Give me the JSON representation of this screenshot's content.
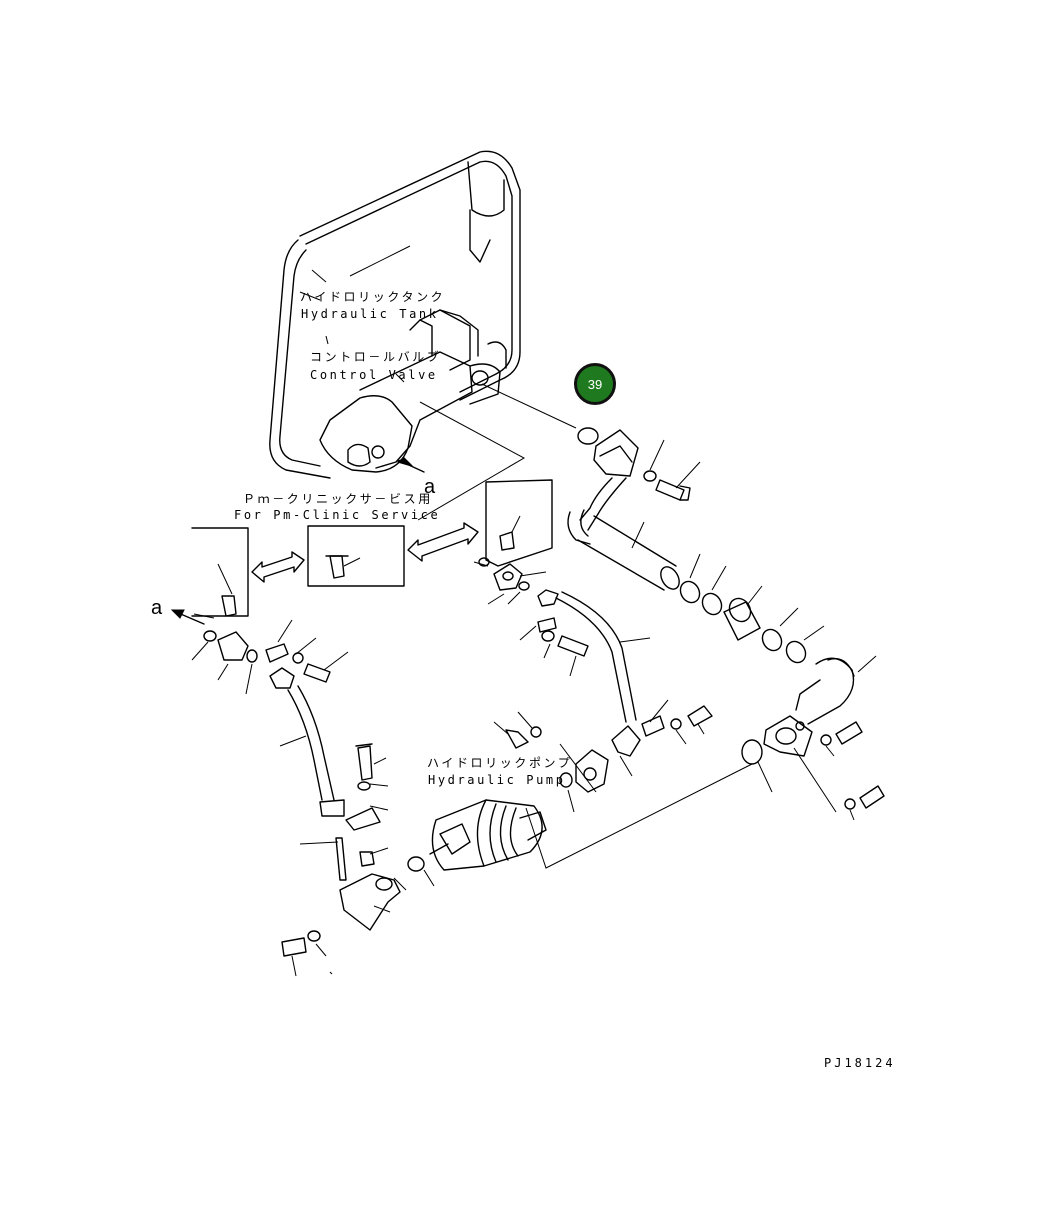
{
  "labels": {
    "tank_jp": "ハイドロリックタンク",
    "tank_en": "Hydraulic Tank",
    "valve_jp": "コントロ－ルバルブ",
    "valve_en": "Control Valve",
    "pm_jp": "Ｐｍ－クリニックサ－ビス用",
    "pm_en": "For Pm-Clinic Service",
    "pump_jp": "ハイドロリックポンプ",
    "pump_en": "Hydraulic Pump",
    "view_a_top": "a",
    "view_a_left": "a",
    "drawing_code": "PJ18124"
  },
  "callout": {
    "number": "39",
    "color": "#1f7a1f"
  }
}
